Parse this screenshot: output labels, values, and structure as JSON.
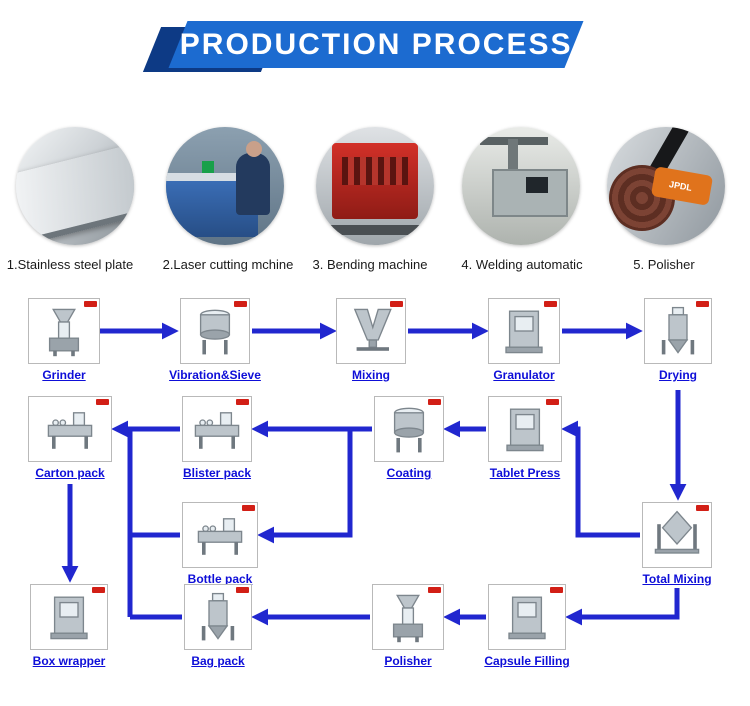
{
  "banner": {
    "title": "PRODUCTION PROCESS"
  },
  "colors": {
    "banner_blue": "#1c6bd0",
    "banner_dark_blue": "#0d3a85",
    "arrow_blue": "#2127cf",
    "link_blue": "#0e0ed8",
    "logo_red": "#d21f16"
  },
  "process_photos": [
    {
      "caption": "1.Stainless steel plate",
      "image": "stainless-steel-plate-photo"
    },
    {
      "caption": "2.Laser cutting mchine",
      "image": "laser-cutting-machine-photo"
    },
    {
      "caption": "3. Bending machine",
      "image": "bending-machine-photo"
    },
    {
      "caption": "4. Welding  automatic",
      "image": "welding-automatic-photo"
    },
    {
      "caption": "5. Polisher",
      "image": "polisher-photo",
      "tool_label": "JPDL"
    }
  ],
  "flowchart": {
    "nodes": [
      {
        "label": "Grinder",
        "image": "grinder-machine"
      },
      {
        "label": "Vibration&Sieve",
        "image": "vibration-sieve-machine"
      },
      {
        "label": "Mixing",
        "image": "v-blender-machine"
      },
      {
        "label": "Granulator",
        "image": "granulator-machine"
      },
      {
        "label": "Drying",
        "image": "drying-machine"
      },
      {
        "label": "Carton pack",
        "image": "carton-pack-machine"
      },
      {
        "label": "Blister pack",
        "image": "blister-pack-machine"
      },
      {
        "label": "Coating",
        "image": "coating-machine"
      },
      {
        "label": "Tablet Press",
        "image": "tablet-press-machine"
      },
      {
        "label": "Bottle pack",
        "image": "bottle-pack-machine"
      },
      {
        "label": "Total Mixing",
        "image": "total-mixing-machine"
      },
      {
        "label": "Box wrapper",
        "image": "box-wrapper-machine"
      },
      {
        "label": "Bag pack",
        "image": "bag-pack-machine"
      },
      {
        "label": "Polisher",
        "image": "polisher-machine"
      },
      {
        "label": "Capsule Filling",
        "image": "capsule-filling-machine"
      }
    ],
    "edges": [
      {
        "from": "Grinder",
        "to": "Vibration&Sieve"
      },
      {
        "from": "Vibration&Sieve",
        "to": "Mixing"
      },
      {
        "from": "Mixing",
        "to": "Granulator"
      },
      {
        "from": "Granulator",
        "to": "Drying"
      },
      {
        "from": "Drying",
        "to": "Total Mixing"
      },
      {
        "from": "Total Mixing",
        "to": "Tablet Press"
      },
      {
        "from": "Tablet Press",
        "to": "Coating"
      },
      {
        "from": "Coating",
        "to": "Blister pack"
      },
      {
        "from": "Coating",
        "to": "Bottle pack"
      },
      {
        "from": "Blister pack",
        "to": "Carton pack"
      },
      {
        "from": "Bottle pack",
        "to": "Carton pack"
      },
      {
        "from": "Bag pack",
        "to": "Carton pack"
      },
      {
        "from": "Carton pack",
        "to": "Box wrapper"
      },
      {
        "from": "Total Mixing",
        "to": "Capsule Filling"
      },
      {
        "from": "Capsule Filling",
        "to": "Polisher"
      },
      {
        "from": "Polisher",
        "to": "Bag pack"
      }
    ]
  }
}
